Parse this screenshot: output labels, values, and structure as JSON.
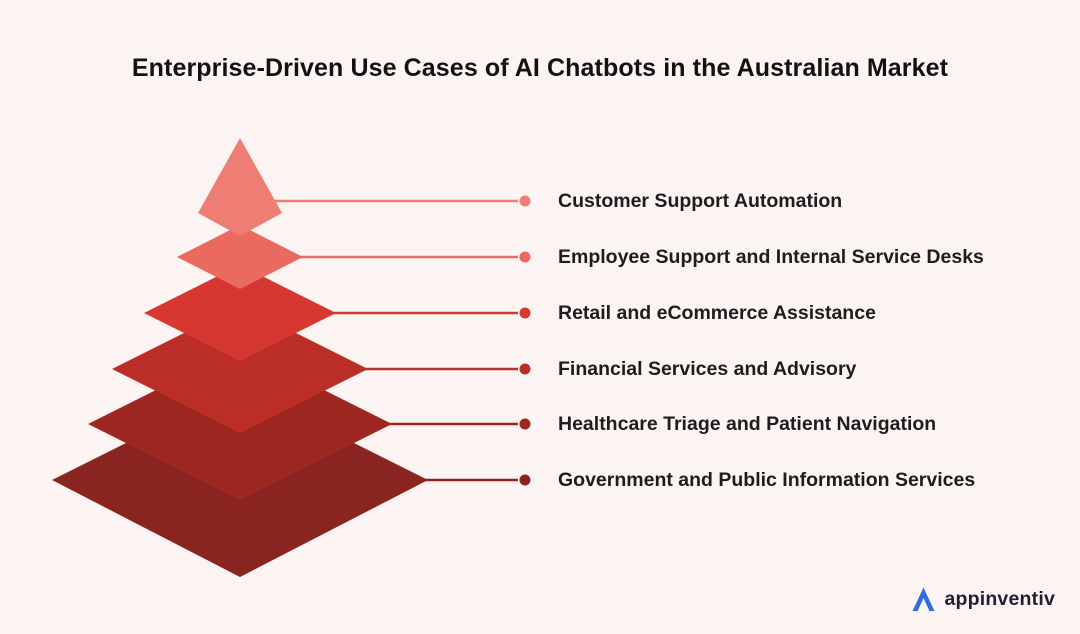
{
  "title": "Enterprise-Driven Use Cases of AI Chatbots in the Australian Market",
  "pyramid": {
    "levels": [
      {
        "label": "Customer Support Automation",
        "color": "#ee7e73"
      },
      {
        "label": "Employee Support and Internal Service Desks",
        "color": "#ea6a5f"
      },
      {
        "label": "Retail and eCommerce Assistance",
        "color": "#d63831"
      },
      {
        "label": "Financial Services and Advisory",
        "color": "#bc2e28"
      },
      {
        "label": "Healthcare Triage and Patient Navigation",
        "color": "#9f2722"
      },
      {
        "label": "Government and Public Information Services",
        "color": "#892420"
      }
    ]
  },
  "branding": {
    "logo_text": "appinventiv",
    "logo_color": "#2e6be4",
    "logo_text_color": "#1c2030"
  },
  "page": {
    "background": "#fcf4f3"
  }
}
